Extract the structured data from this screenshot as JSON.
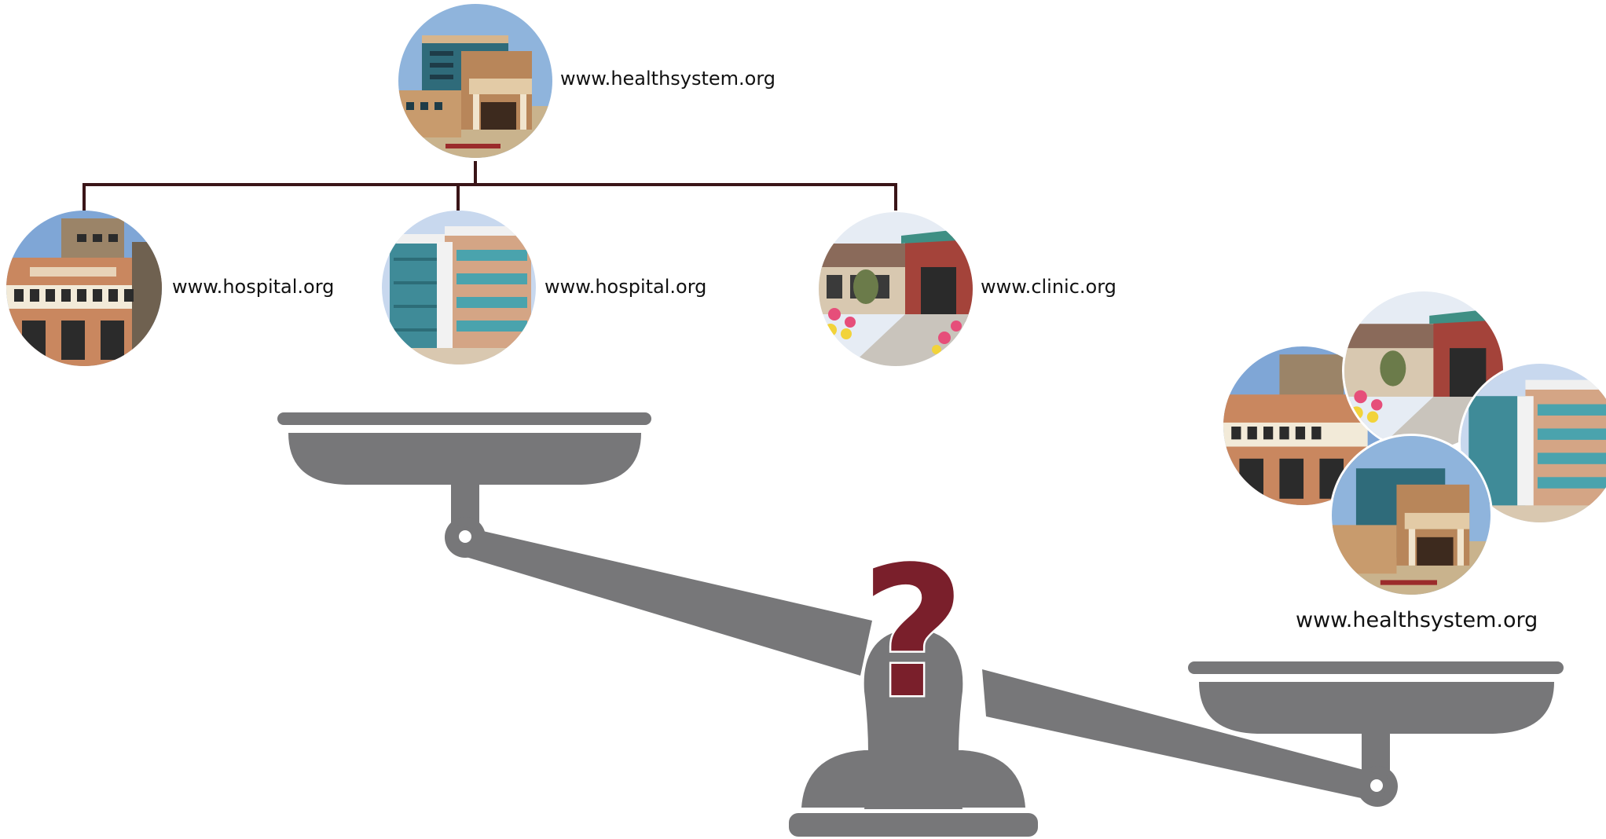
{
  "top_site": {
    "url": "www.healthsystem.org"
  },
  "child_sites": [
    {
      "url": "www.hospital.org",
      "image": "hospital-building-photo"
    },
    {
      "url": "www.hospital.org",
      "image": "glass-office-building-photo"
    },
    {
      "url": "www.clinic.org",
      "image": "clinic-entrance-photo"
    }
  ],
  "cluster": {
    "url": "www.healthsystem.org"
  },
  "scale": {
    "symbol": "?",
    "color": "#777779",
    "symbol_color": "#7a1f2b"
  },
  "colors": {
    "connector": "#3a1518",
    "text": "#111111"
  }
}
